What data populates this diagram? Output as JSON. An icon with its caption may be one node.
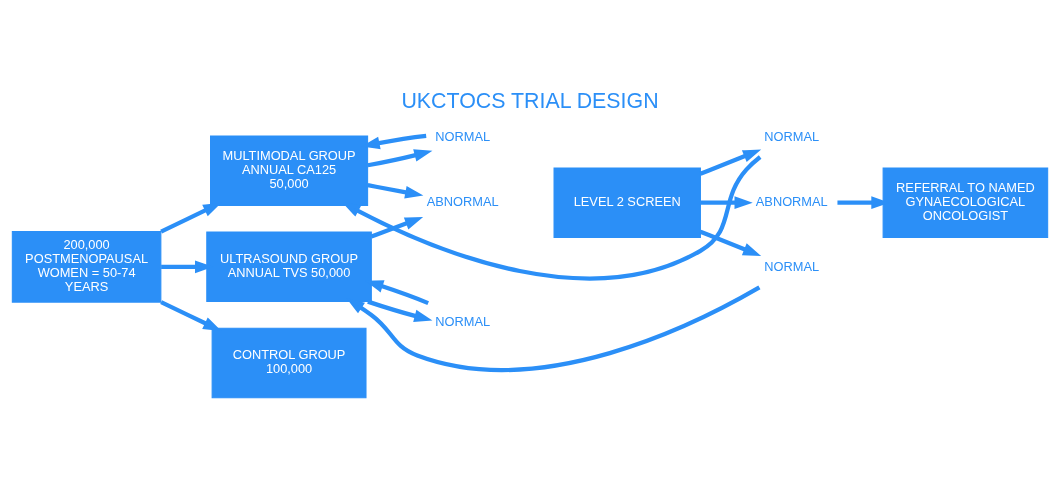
{
  "diagram": {
    "title": "UKCTOCS TRIAL DESIGN",
    "nodes": [
      {
        "text": [
          "200,000 POSTMENOPAUSAL WOMEN = 50-74 YEARS"
        ]
      },
      {
        "text": [
          "MULTIMODAL GROUP ANNUAL CA125 50,000"
        ]
      },
      {
        "text": [
          "ULTRASOUND GROUP ANNUAL TVS 50,000"
        ]
      },
      {
        "text": [
          "CONTROL GROUP 100,000"
        ]
      },
      {
        "text": [
          "NORMAL"
        ]
      },
      {
        "text": [
          "ABNORMAL"
        ]
      },
      {
        "text": [
          "NORMAL"
        ]
      },
      {
        "text": [
          "LEVEL 2 SCREEN"
        ]
      },
      {
        "text": [
          "NORMAL"
        ]
      },
      {
        "text": [
          "ABNORMAL"
        ]
      },
      {
        "text": [
          "NORMAL"
        ]
      },
      {
        "text": [
          "REFERRAL TO NAMED GYNAECOLOGICAL ONCOLOGIST"
        ]
      }
    ],
    "edges": [
      {
        "from": 0,
        "to": 1,
        "arrow": "to"
      },
      {
        "from": 0,
        "to": 2,
        "arrow": "to"
      },
      {
        "from": 0,
        "to": 3,
        "arrow": "to"
      },
      {
        "from": 1,
        "to": 4,
        "arrow": "to"
      },
      {
        "from": 1,
        "to": 5,
        "arrow": "to"
      },
      {
        "from": 2,
        "to": 5,
        "arrow": "to"
      },
      {
        "from": 2,
        "to": 6,
        "arrow": "to"
      },
      {
        "from": 4,
        "to": 1,
        "arrow": "to"
      },
      {
        "from": 6,
        "to": 2,
        "arrow": "to"
      },
      {
        "from": 7,
        "to": 8,
        "arrow": "to"
      },
      {
        "from": 7,
        "to": 9,
        "arrow": "to"
      },
      {
        "from": 7,
        "to": 10,
        "arrow": "to"
      },
      {
        "from": 9,
        "to": 11,
        "arrow": "to"
      },
      {
        "from": 8,
        "to": 1,
        "arrow": "to"
      },
      {
        "from": 10,
        "to": 2,
        "arrow": "to"
      }
    ]
  }
}
